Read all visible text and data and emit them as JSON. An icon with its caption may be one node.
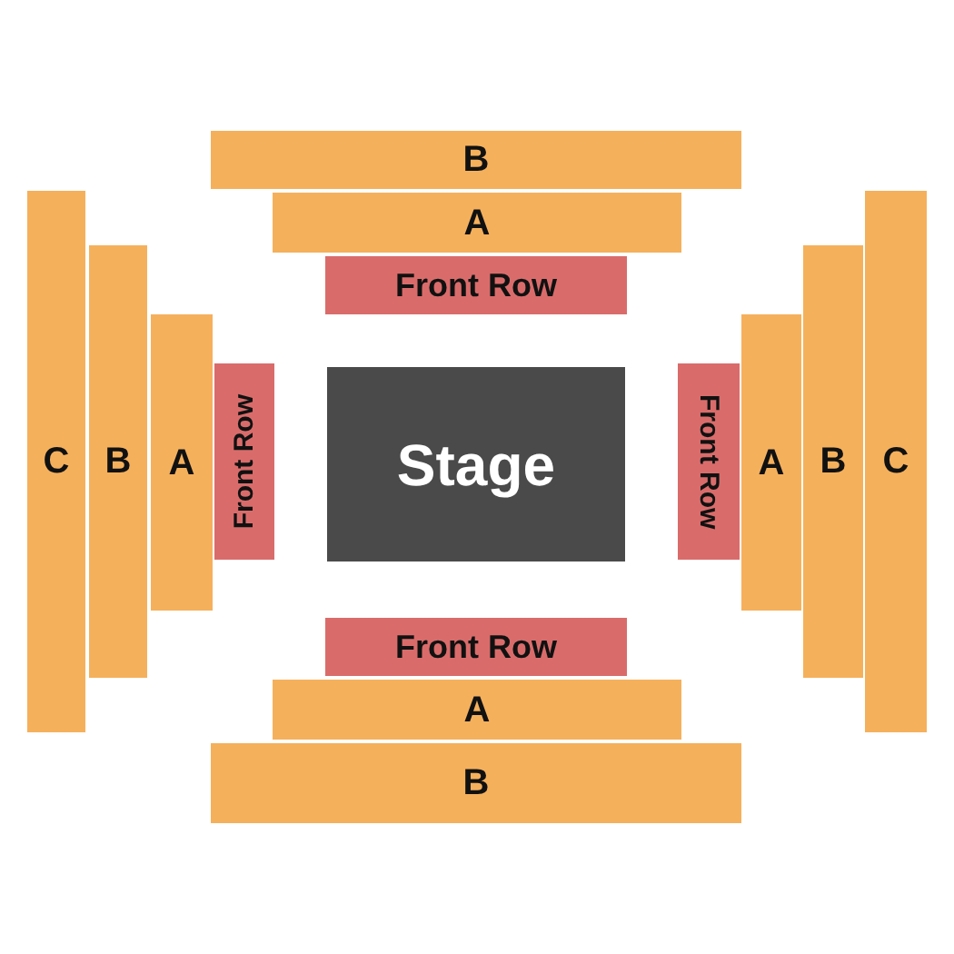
{
  "diagram": {
    "nodes": [
      {
        "text": [
          "B"
        ]
      },
      {
        "text": [
          "A"
        ]
      },
      {
        "text": [
          "Front Row"
        ]
      },
      {
        "text": [
          "C"
        ]
      },
      {
        "text": [
          "B"
        ]
      },
      {
        "text": [
          "A"
        ]
      },
      {
        "text": [
          "Front Row"
        ]
      },
      {
        "text": [
          "Stage"
        ]
      },
      {
        "text": [
          "Front Row"
        ]
      },
      {
        "text": [
          "A"
        ]
      },
      {
        "text": [
          "B"
        ]
      },
      {
        "text": [
          "C"
        ]
      },
      {
        "text": [
          "Front Row"
        ]
      },
      {
        "text": [
          "A"
        ]
      },
      {
        "text": [
          "B"
        ]
      }
    ]
  }
}
